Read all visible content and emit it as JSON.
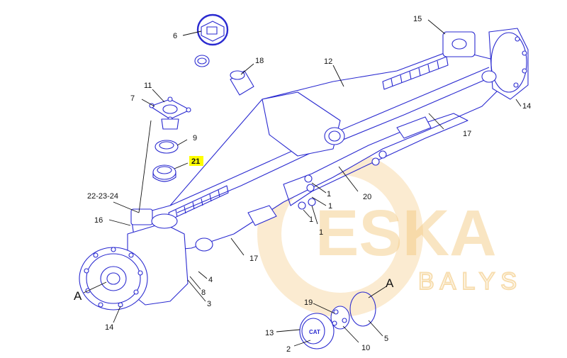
{
  "callouts": {
    "c1a": "1",
    "c1b": "1",
    "c1c": "1",
    "c1d": "1",
    "c2": "2",
    "c3": "3",
    "c4": "4",
    "c5": "5",
    "c6": "6",
    "c7": "7",
    "c8": "8",
    "c9": "9",
    "c10": "10",
    "c11": "11",
    "c12": "12",
    "c13": "13",
    "c14a": "14",
    "c14b": "14",
    "c15": "15",
    "c16": "16",
    "c17a": "17",
    "c17b": "17",
    "c18": "18",
    "c19": "19",
    "c20": "20",
    "c21": "21",
    "c222324": "22-23-24",
    "viewA1": "A",
    "viewA2": "A"
  },
  "highlight_color": "#ffff00",
  "watermark": {
    "brand": "ESKA",
    "sub": "BALYS",
    "color": "#f3c77a"
  },
  "cap_logo": "CAT"
}
